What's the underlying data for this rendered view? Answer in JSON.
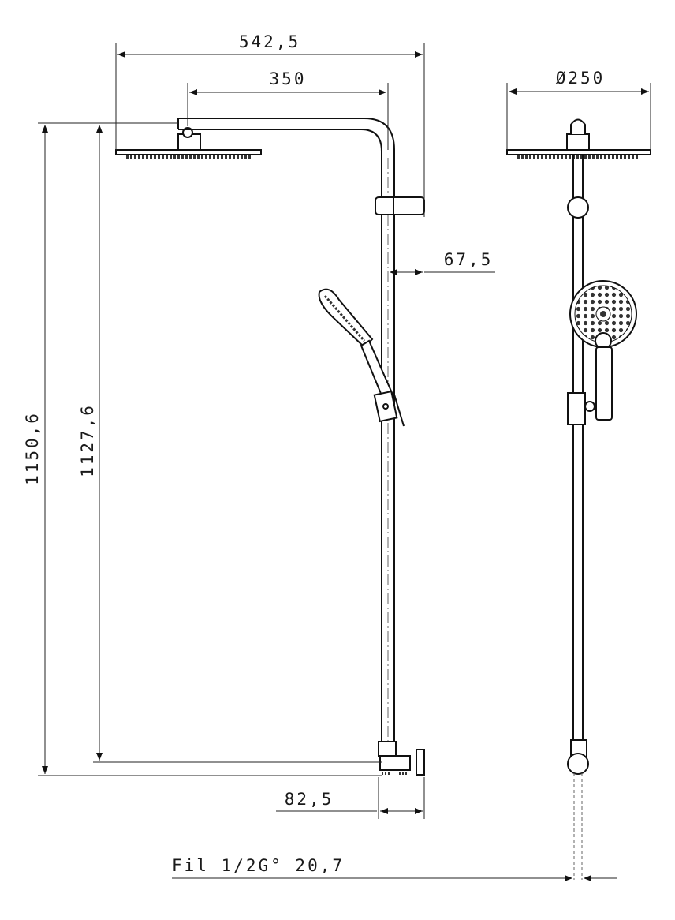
{
  "dimensions": {
    "overall_width": "542,5",
    "arm_length": "350",
    "head_diameter": "Ø250",
    "holder_offset": "67,5",
    "overall_height": "1150,6",
    "column_height": "1127,6",
    "base_offset": "82,5",
    "thread_spec": "Fil 1/2G° 20,7"
  }
}
